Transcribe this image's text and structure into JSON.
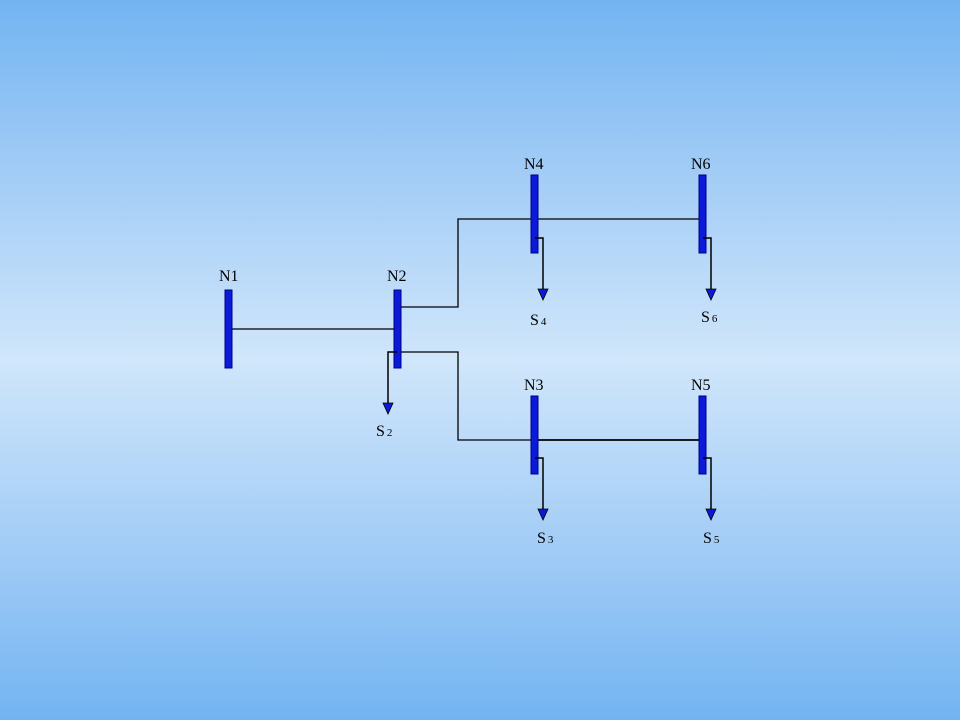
{
  "colors": {
    "bus_fill": "#0a1ad6",
    "bus_stroke": "#00008a",
    "line": "#000000",
    "arrow": "#0a1ad6"
  },
  "buses": [
    {
      "id": "N1",
      "label": "N1"
    },
    {
      "id": "N2",
      "label": "N2"
    },
    {
      "id": "N3",
      "label": "N3"
    },
    {
      "id": "N4",
      "label": "N4"
    },
    {
      "id": "N5",
      "label": "N5"
    },
    {
      "id": "N6",
      "label": "N6"
    }
  ],
  "loads": [
    {
      "id": "S2",
      "letter": "S",
      "sub": "2",
      "bus": "N2"
    },
    {
      "id": "S3",
      "letter": "S",
      "sub": "3",
      "bus": "N3"
    },
    {
      "id": "S4",
      "letter": "S",
      "sub": "4",
      "bus": "N4"
    },
    {
      "id": "S5",
      "letter": "S",
      "sub": "5",
      "bus": "N5"
    },
    {
      "id": "S6",
      "letter": "S",
      "sub": "6",
      "bus": "N6"
    }
  ],
  "connections": [
    {
      "from": "N1",
      "to": "N2"
    },
    {
      "from": "N2",
      "to": "N4"
    },
    {
      "from": "N4",
      "to": "N6"
    },
    {
      "from": "N2",
      "to": "N3"
    },
    {
      "from": "N3",
      "to": "N5"
    }
  ]
}
